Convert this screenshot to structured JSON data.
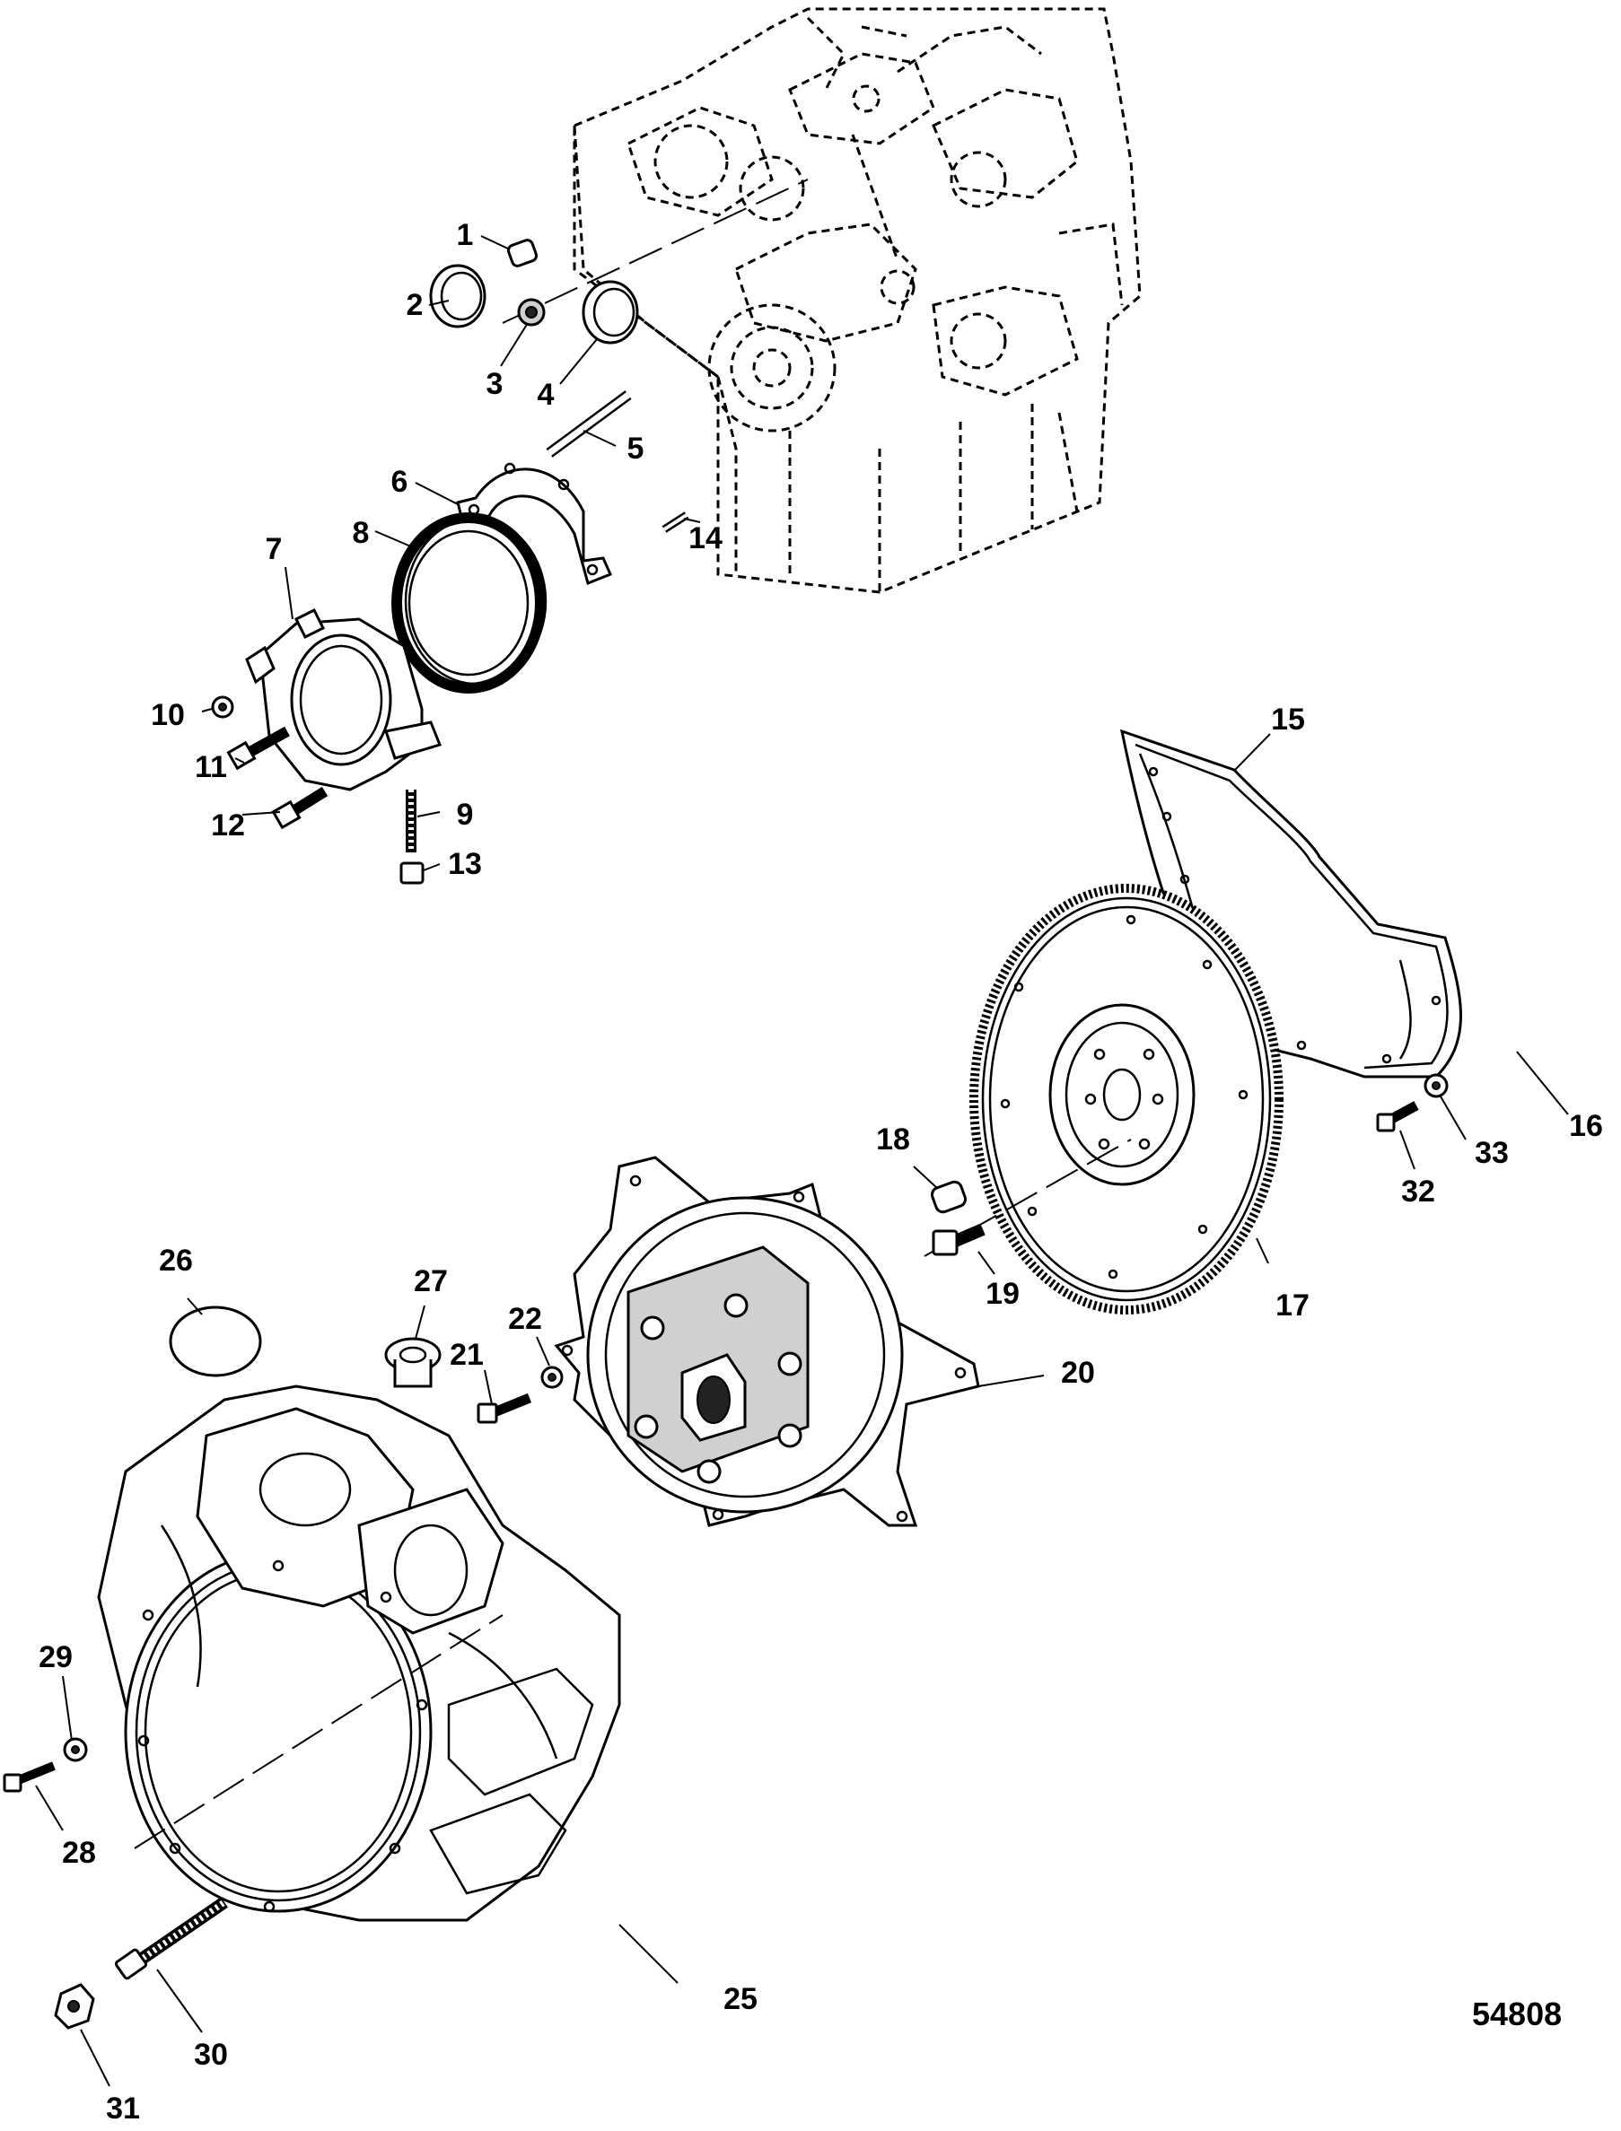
{
  "figure_number": "54808",
  "callouts": [
    {
      "id": "1",
      "label": "1"
    },
    {
      "id": "2",
      "label": "2"
    },
    {
      "id": "3",
      "label": "3"
    },
    {
      "id": "4",
      "label": "4"
    },
    {
      "id": "5",
      "label": "5"
    },
    {
      "id": "6",
      "label": "6"
    },
    {
      "id": "7",
      "label": "7"
    },
    {
      "id": "8",
      "label": "8"
    },
    {
      "id": "9",
      "label": "9"
    },
    {
      "id": "10",
      "label": "10"
    },
    {
      "id": "11",
      "label": "11"
    },
    {
      "id": "12",
      "label": "12"
    },
    {
      "id": "13",
      "label": "13"
    },
    {
      "id": "14",
      "label": "14"
    },
    {
      "id": "15",
      "label": "15"
    },
    {
      "id": "16",
      "label": "16"
    },
    {
      "id": "17",
      "label": "17"
    },
    {
      "id": "18",
      "label": "18"
    },
    {
      "id": "19",
      "label": "19"
    },
    {
      "id": "20",
      "label": "20"
    },
    {
      "id": "21",
      "label": "21"
    },
    {
      "id": "22",
      "label": "22"
    },
    {
      "id": "25",
      "label": "25"
    },
    {
      "id": "26",
      "label": "26"
    },
    {
      "id": "27",
      "label": "27"
    },
    {
      "id": "28",
      "label": "28"
    },
    {
      "id": "29",
      "label": "29"
    },
    {
      "id": "30",
      "label": "30"
    },
    {
      "id": "31",
      "label": "31"
    },
    {
      "id": "32",
      "label": "32"
    },
    {
      "id": "33",
      "label": "33"
    }
  ]
}
